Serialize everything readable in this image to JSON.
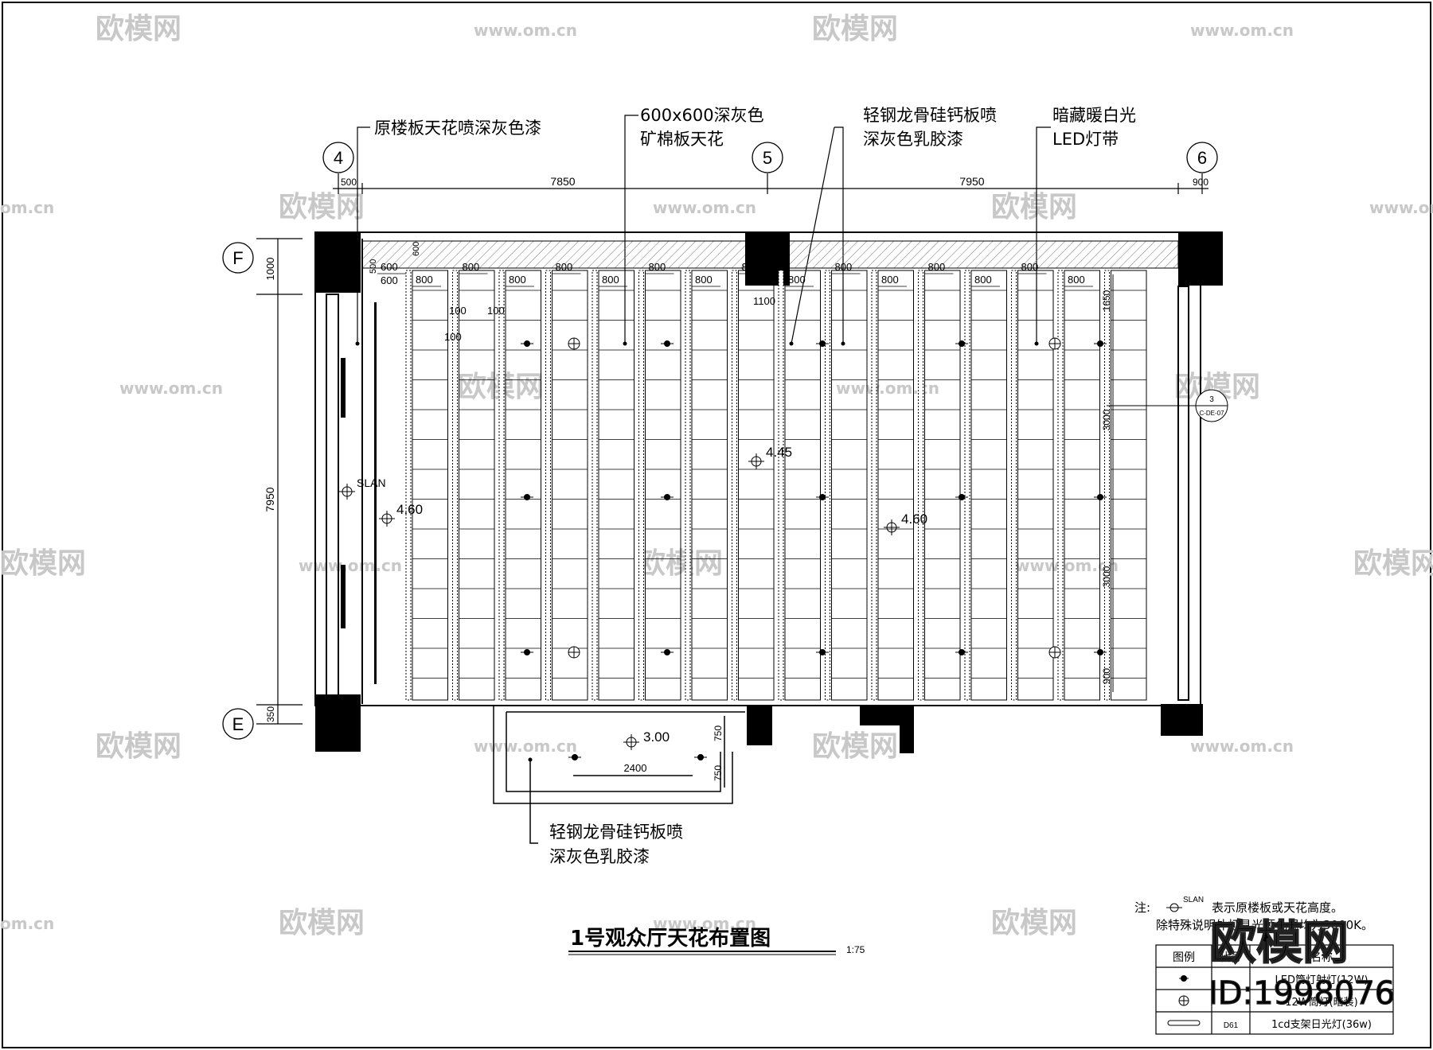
{
  "drawing": {
    "title": "1号观众厅天花布置图",
    "scale": "1:75"
  },
  "callouts": {
    "slab_paint": "原楼板天花喷深灰色漆",
    "mineral_board_1": "600x600深灰色",
    "mineral_board_2": "矿棉板天花",
    "gypsum_top_1": "轻钢龙骨硅钙板喷",
    "gypsum_top_2": "深灰色乳胶漆",
    "led_1": "暗藏暖白光",
    "led_2": "LED灯带",
    "gypsum_bottom_1": "轻钢龙骨硅钙板喷",
    "gypsum_bottom_2": "深灰色乳胶漆"
  },
  "axes": {
    "col_4": "4",
    "col_5": "5",
    "col_6": "6",
    "row_F": "F",
    "row_E": "E"
  },
  "dimensions": {
    "top_500": "500",
    "top_7850": "7850",
    "top_7950": "7950",
    "top_900": "900",
    "left_1000": "1000",
    "left_7950": "7950",
    "left_350": "350",
    "strip_labels": [
      "600",
      "800",
      "800",
      "800",
      "800",
      "800",
      "800",
      "800",
      "800",
      "800",
      "800",
      "800",
      "800",
      "800",
      "800",
      "800"
    ],
    "d_500": "500",
    "d_600v": "600",
    "d_600": "600",
    "d_1100": "1100",
    "d_100a": "100",
    "d_100b": "100",
    "d_100c": "100",
    "d_1650": "1650",
    "d_3000a": "3000",
    "d_3000b": "3000",
    "d_900": "900",
    "lower_750a": "750",
    "lower_750b": "750",
    "lower_2400": "2400"
  },
  "heights": {
    "h_460a": "4.60",
    "h_445": "4.45",
    "h_460b": "4.60",
    "h_300": "3.00"
  },
  "labels": {
    "slan": "SLAN",
    "section_no": "3",
    "section_ref": "C-DE-07"
  },
  "notes": {
    "prefix": "注:",
    "line1_slan": "SLAN",
    "line1": "表示原楼板或天花高度。",
    "line2": "除特殊说明外灯具光源色温均为3000K。"
  },
  "legend": {
    "headers": [
      "图例",
      "代号",
      "名称"
    ],
    "rows": [
      {
        "symbol": "downlight-icon",
        "code": "",
        "name": "LED筒灯射灯(12W)"
      },
      {
        "symbol": "ceiling-lamp-icon",
        "code": "",
        "name": "12W筒灯(暗装)"
      },
      {
        "symbol": "tube-light-icon",
        "code": "D61",
        "name": "1cd支架日光灯(36w)"
      }
    ]
  },
  "watermark": {
    "brand": "欧模网",
    "url": "www.om.cn",
    "url_short": "om.cn",
    "id": "ID:1998076"
  },
  "colors": {
    "line": "#000000",
    "watermark": "#c8c8c8"
  }
}
